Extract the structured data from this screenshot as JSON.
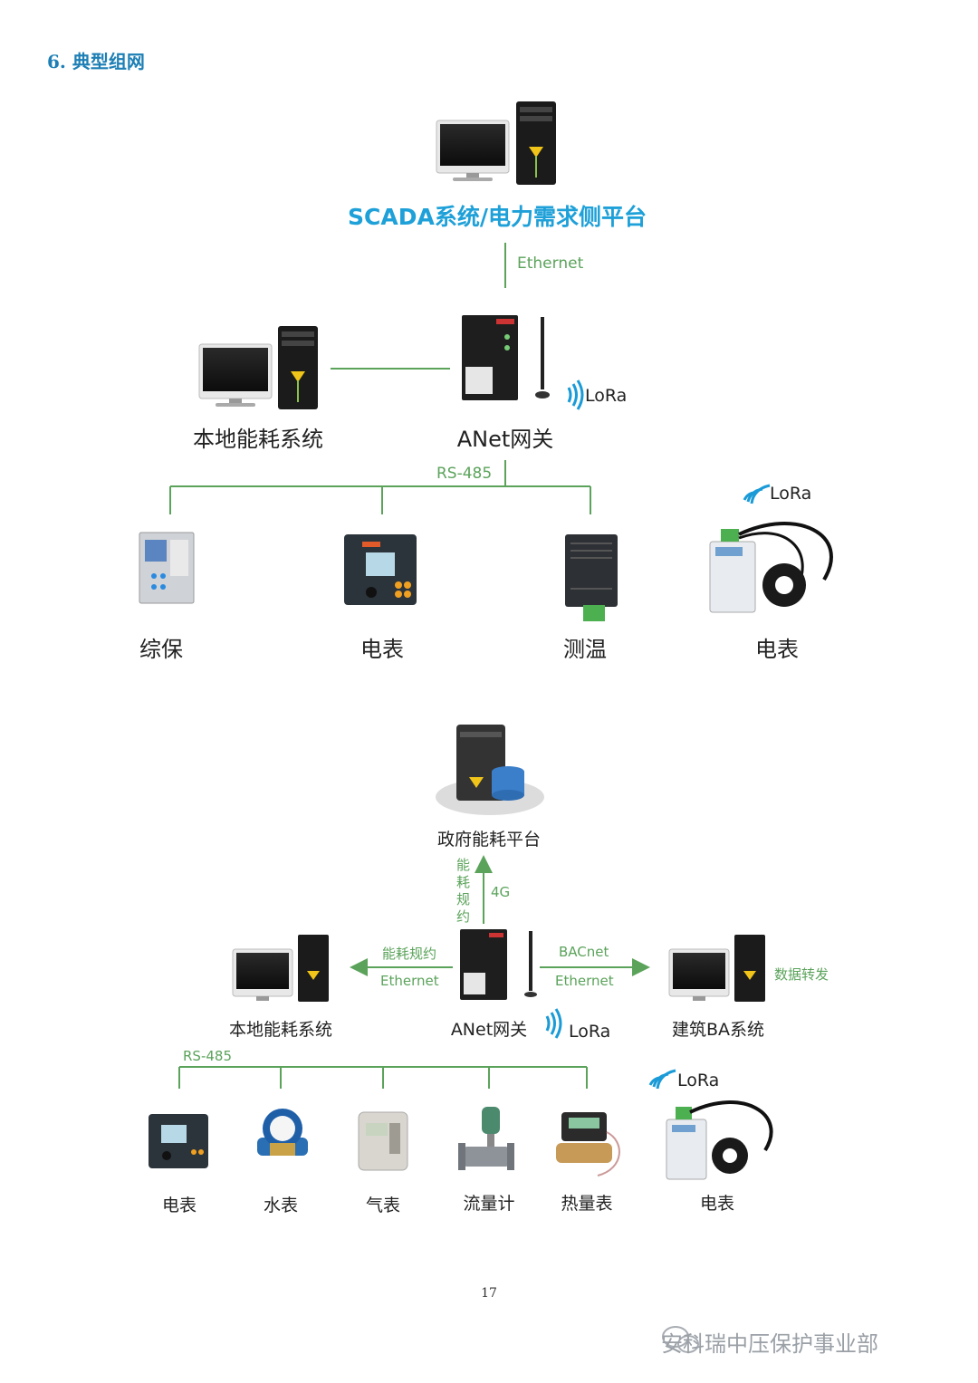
{
  "section_title": "6. 典型组网",
  "top": {
    "scada_title": "SCADA系统/电力需求侧平台",
    "ethernet": "Ethernet",
    "local_system": "本地能耗系统",
    "gateway": "ANet网关",
    "lora": "LoRa",
    "rs485": "RS-485",
    "devices": [
      "综保",
      "电表",
      "测温",
      "电表"
    ],
    "device_lora": "LoRa"
  },
  "bottom": {
    "gov_platform": "政府能耗平台",
    "vertical_protocol": "能耗规约",
    "g4": "4G",
    "left_protocol": "能耗规约",
    "left_ethernet": "Ethernet",
    "right_protocol": "BACnet",
    "right_ethernet": "Ethernet",
    "data_forward": "数据转发",
    "local_system": "本地能耗系统",
    "gateway": "ANet网关",
    "gateway_lora": "LoRa",
    "ba_system": "建筑BA系统",
    "rs485": "RS-485",
    "devices": [
      "电表",
      "水表",
      "气表",
      "流量计",
      "热量表",
      "电表"
    ],
    "device_lora": "LoRa"
  },
  "page_number": "17",
  "watermark": "安科瑞中压保护事业部",
  "colors": {
    "link_green": "#5ba35b",
    "scada_blue": "#1ea0d8",
    "title_blue": "#1d7fb5",
    "lora_blue": "#1a9bd7"
  },
  "icons": [
    "monitor-icon",
    "pc-tower-icon",
    "gateway-icon",
    "antenna-icon",
    "lora-wave-icon",
    "server-database-icon",
    "protection-relay-icon",
    "power-meter-icon",
    "temperature-module-icon",
    "wireless-meter-icon",
    "water-meter-icon",
    "gas-meter-icon",
    "flow-meter-icon",
    "heat-meter-icon",
    "wechat-icon"
  ]
}
